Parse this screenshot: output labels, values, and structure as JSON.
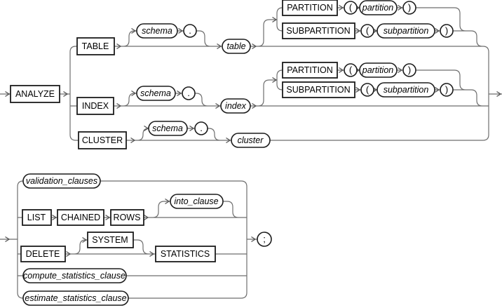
{
  "diagram": {
    "keywords": {
      "analyze": "ANALYZE",
      "table": "TABLE",
      "index": "INDEX",
      "cluster": "CLUSTER",
      "partition": "PARTITION",
      "subpartition": "SUBPARTITION",
      "list": "LIST",
      "chained": "CHAINED",
      "rows": "ROWS",
      "delete": "DELETE",
      "system": "SYSTEM",
      "statistics": "STATISTICS"
    },
    "variables": {
      "schema": "schema",
      "table": "table",
      "index": "index",
      "cluster": "cluster",
      "partition": "partition",
      "subpartition": "subpartition",
      "validation_clauses": "validation_clauses",
      "into_clause": "into_clause",
      "compute_statistics_clause": "compute_statistics_clause",
      "estimate_statistics_clause": "estimate_statistics_clause"
    },
    "punctuation": {
      "lparen": "(",
      "rparen": ")",
      "dot": ".",
      "semicolon": ";"
    }
  }
}
